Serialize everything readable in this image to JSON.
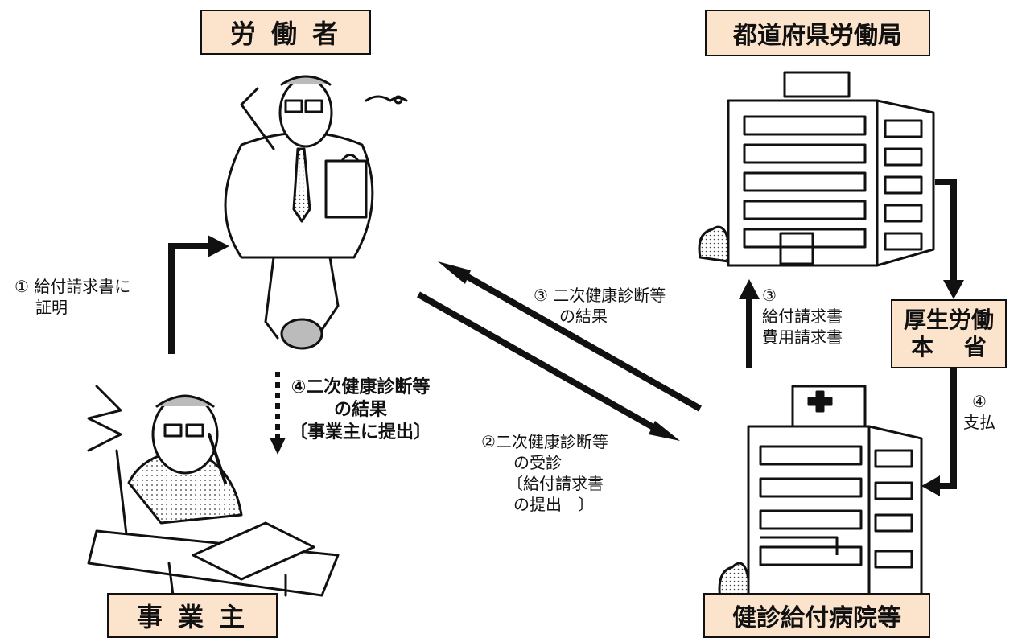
{
  "nodes": {
    "worker": "労 働 者",
    "prefectural_bureau": "都道府県労働局",
    "ministry_line1": "厚生労働",
    "ministry_line2": "本　 省",
    "employer": "事 業 主",
    "hospital": "健診給付病院等"
  },
  "steps": {
    "s1_line1": "① 給付請求書に",
    "s1_line2": "証明",
    "s2_line1": "②二次健康診断等",
    "s2_line2": "の受診",
    "s2_line3": "〔給付請求書",
    "s2_line4": "の提出　〕",
    "s3a_line1": "③ 二次健康診断等",
    "s3a_line2": "の結果",
    "s3b_line1": "③",
    "s3b_line2": "給付請求書",
    "s3b_line3": "費用請求書",
    "s4a_line1": "④二次健康診断等",
    "s4a_line2": "の結果",
    "s4a_line3": "〔事業主に提出〕",
    "s4b_line1": "④",
    "s4b_line2": "支払"
  },
  "illustrations": {
    "worker": "sweating-businessman-illustration",
    "employer": "businessman-on-phone-at-desk-illustration",
    "bureau": "office-building-illustration",
    "hospital": "hospital-building-illustration"
  },
  "colors": {
    "box_fill": "#fbe3cc",
    "ink": "#111111"
  }
}
